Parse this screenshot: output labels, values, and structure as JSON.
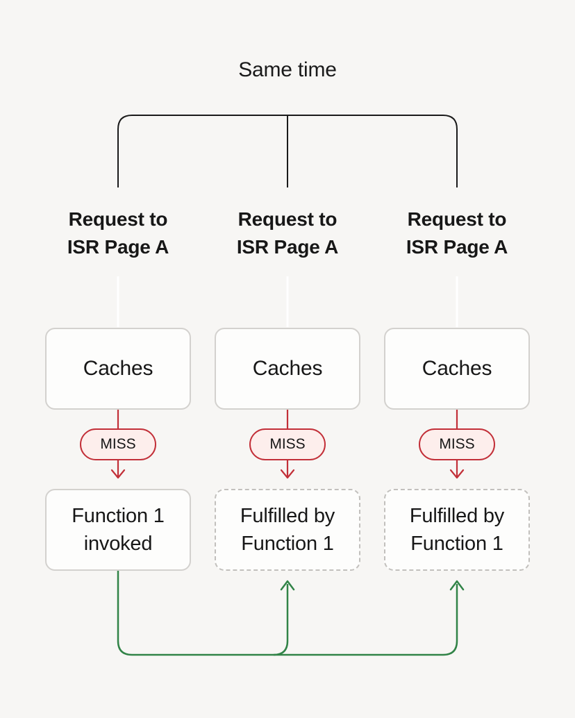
{
  "title": "Same time",
  "columns": [
    {
      "request_line1": "Request to",
      "request_line2": "ISR Page A",
      "cache_label": "Caches",
      "badge_label": "MISS",
      "result_line1": "Function 1",
      "result_line2": "invoked",
      "result_style": "solid"
    },
    {
      "request_line1": "Request to",
      "request_line2": "ISR Page A",
      "cache_label": "Caches",
      "badge_label": "MISS",
      "result_line1": "Fulfilled by",
      "result_line2": "Function 1",
      "result_style": "dashed"
    },
    {
      "request_line1": "Request to",
      "request_line2": "ISR Page A",
      "cache_label": "Caches",
      "badge_label": "MISS",
      "result_line1": "Fulfilled by",
      "result_line2": "Function 1",
      "result_style": "dashed"
    }
  ],
  "colors": {
    "background": "#f7f6f4",
    "bracket_stroke": "#1a1a1a",
    "miss_red": "#c22f38",
    "miss_badge_fill": "#fdeeec",
    "fulfill_green": "#318347",
    "box_border": "#d3d1ce",
    "dashed_border": "#c2c0bd",
    "box_fill": "#fdfdfc",
    "text": "#171717"
  }
}
